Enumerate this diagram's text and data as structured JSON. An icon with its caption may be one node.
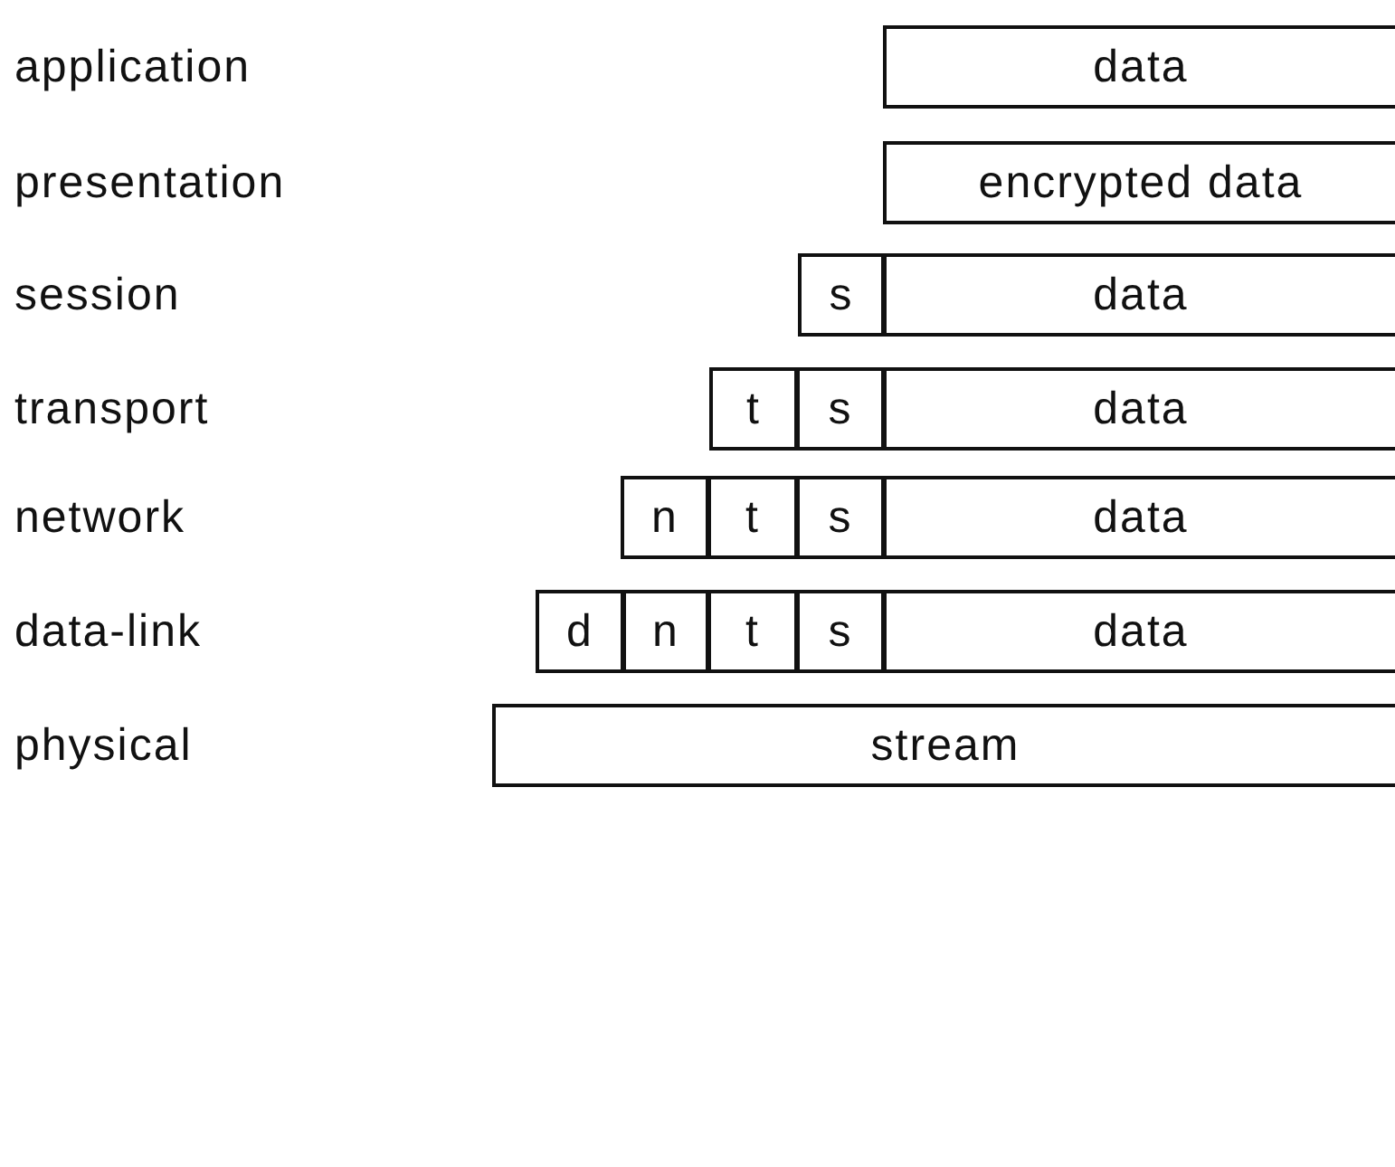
{
  "diagram": {
    "nodes": [
      {
        "text": [
          "data"
        ]
      },
      {
        "text": [
          "encrypted data"
        ]
      },
      {
        "text": [
          "s"
        ]
      },
      {
        "text": [
          "data"
        ]
      },
      {
        "text": [
          "t"
        ]
      },
      {
        "text": [
          "s"
        ]
      },
      {
        "text": [
          "data"
        ]
      },
      {
        "text": [
          "n"
        ]
      },
      {
        "text": [
          "t"
        ]
      },
      {
        "text": [
          "s"
        ]
      },
      {
        "text": [
          "data"
        ]
      },
      {
        "text": [
          "d"
        ]
      },
      {
        "text": [
          "n"
        ]
      },
      {
        "text": [
          "t"
        ]
      },
      {
        "text": [
          "s"
        ]
      },
      {
        "text": [
          "data"
        ]
      },
      {
        "text": [
          "stream"
        ]
      }
    ],
    "edges": [],
    "labels": [
      "application",
      "presentation",
      "session",
      "transport",
      "network",
      "data-link",
      "physical"
    ]
  }
}
